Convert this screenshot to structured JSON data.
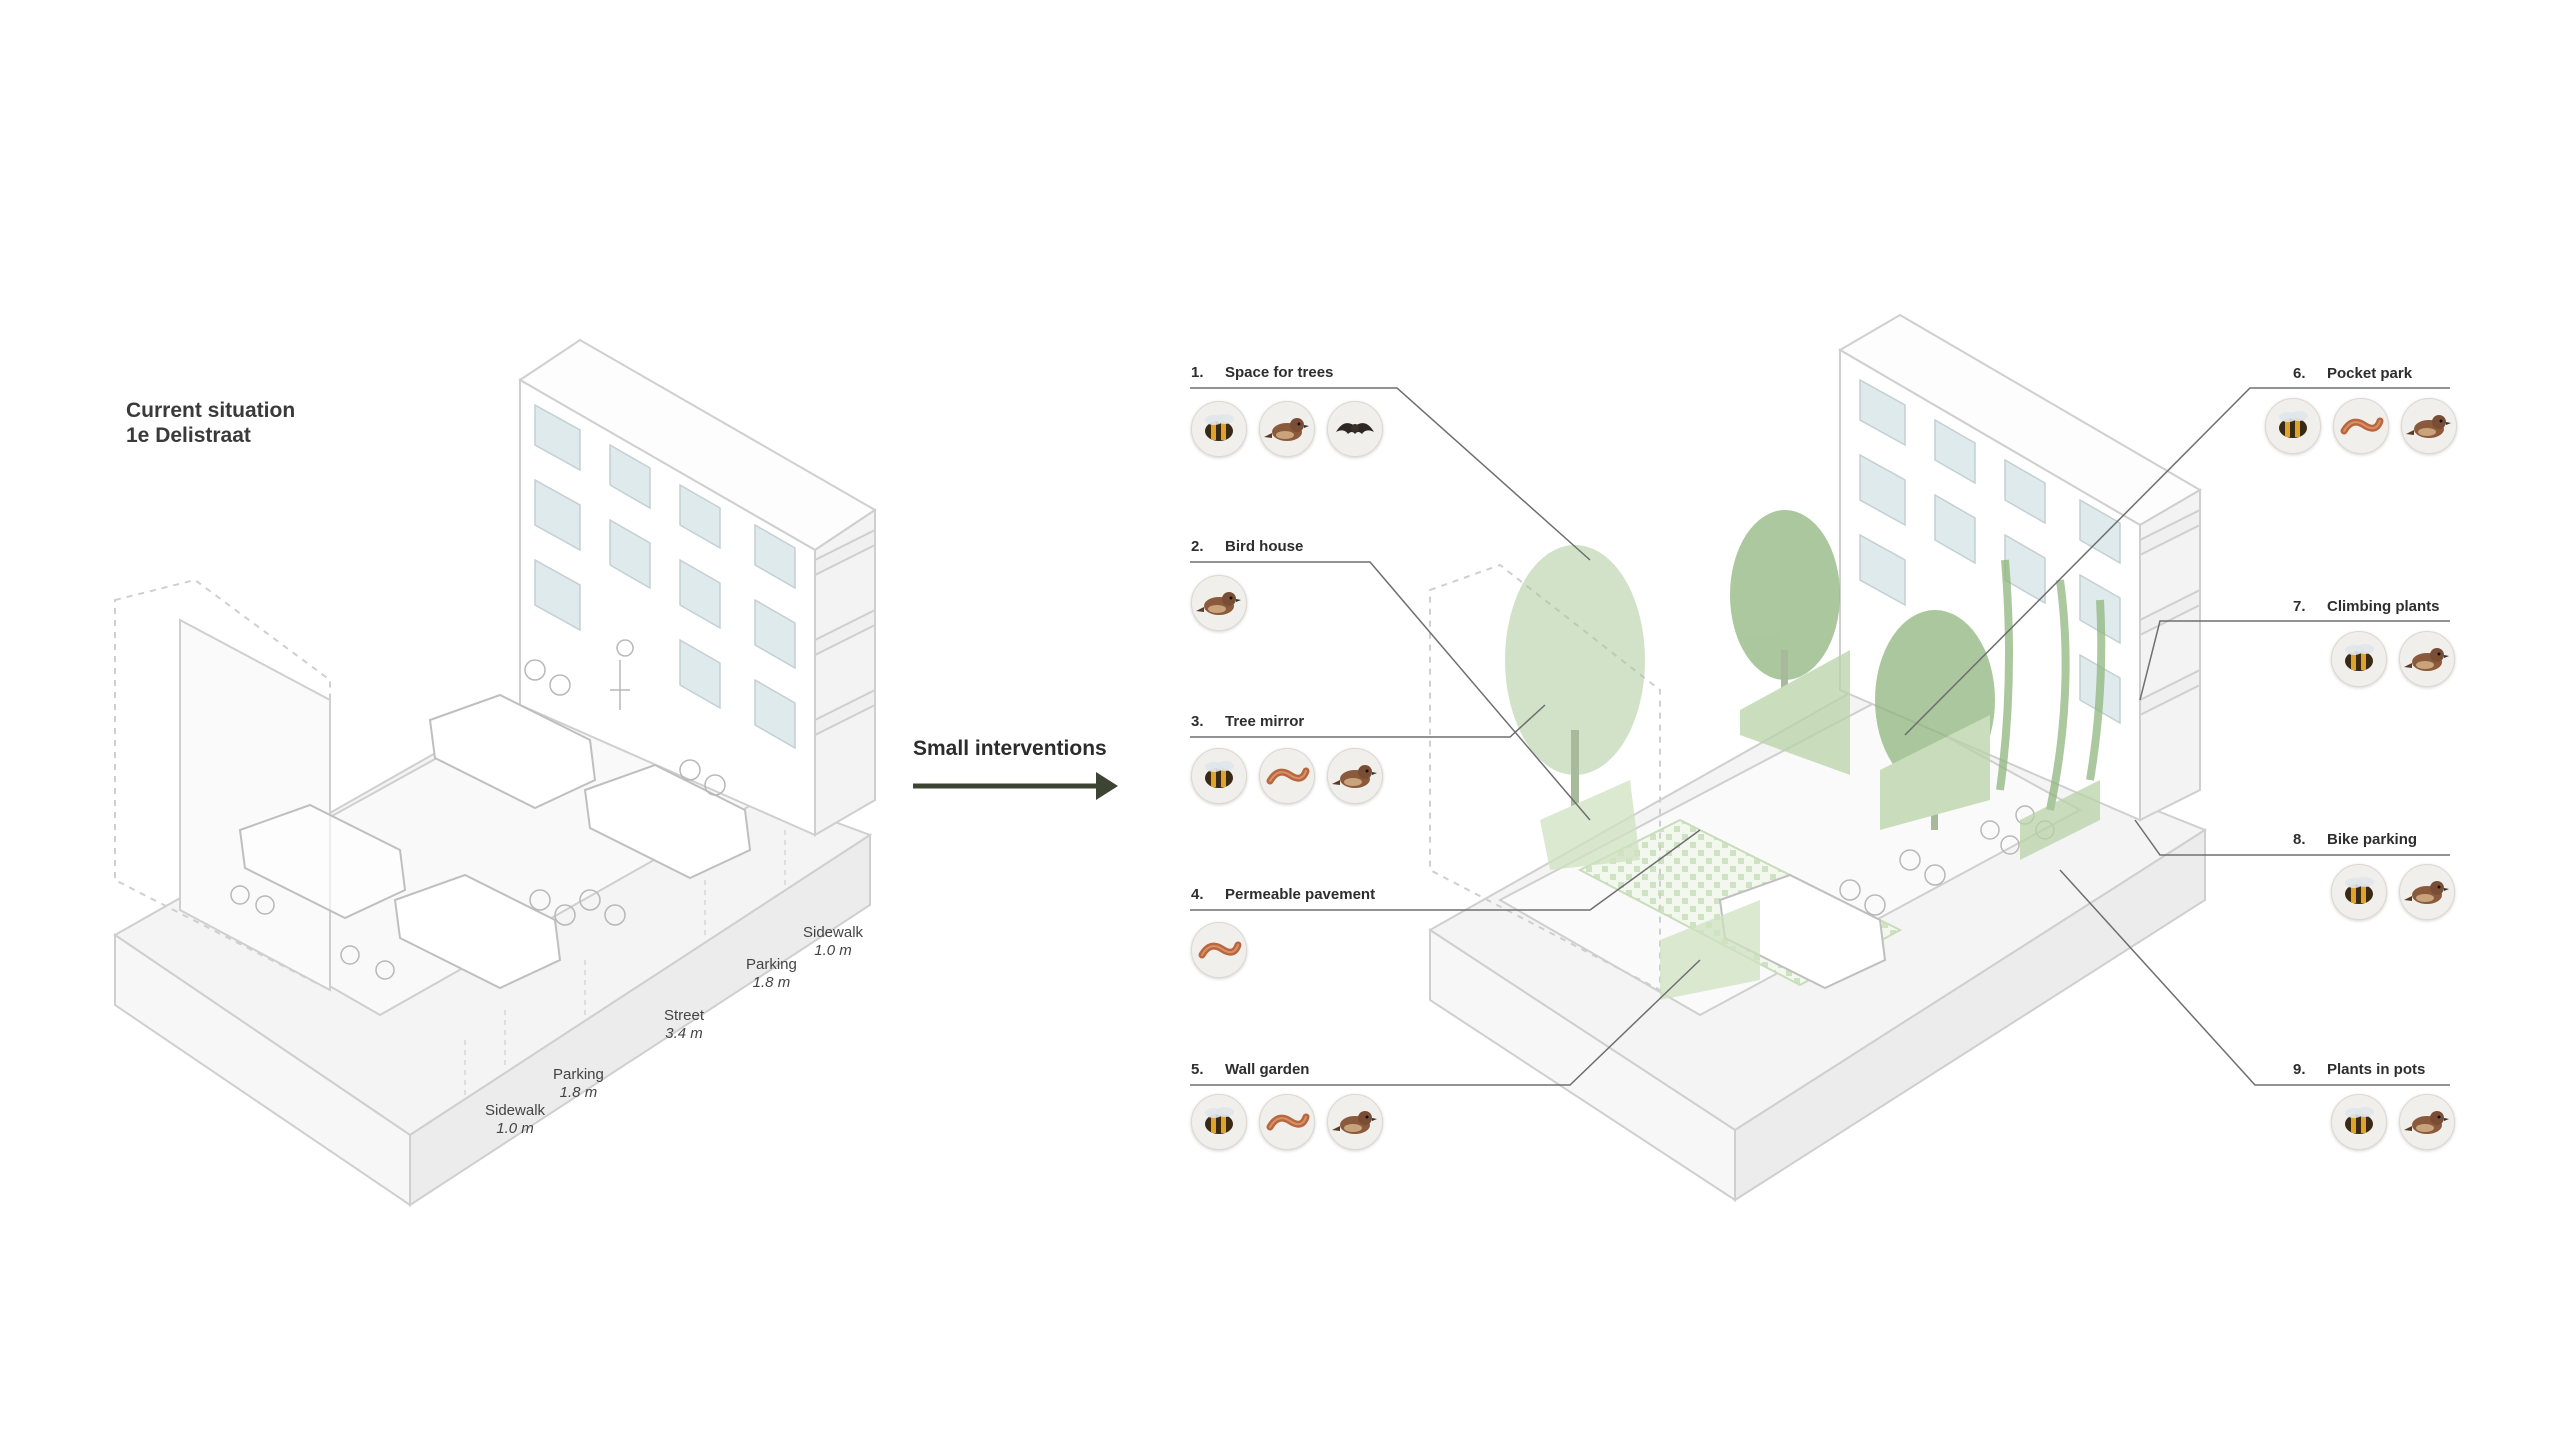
{
  "current": {
    "title_line1": "Current situation",
    "title_line2": "1e Delistraat",
    "dimensions": [
      {
        "label": "Sidewalk",
        "value": "1.0 m"
      },
      {
        "label": "Parking",
        "value": "1.8 m"
      },
      {
        "label": "Street",
        "value": "3.4 m"
      },
      {
        "label": "Parking",
        "value": "1.8 m"
      },
      {
        "label": "Sidewalk",
        "value": "1.0 m"
      }
    ]
  },
  "transition": {
    "label": "Small interventions"
  },
  "interventions": [
    {
      "number": "1.",
      "label": "Space for trees",
      "species": [
        "bee-icon",
        "sparrow-icon",
        "bat-icon"
      ]
    },
    {
      "number": "2.",
      "label": "Bird house",
      "species": [
        "sparrow-icon"
      ]
    },
    {
      "number": "3.",
      "label": "Tree mirror",
      "species": [
        "bee-icon",
        "worm-icon",
        "sparrow-icon"
      ]
    },
    {
      "number": "4.",
      "label": "Permeable pavement",
      "species": [
        "worm-icon"
      ]
    },
    {
      "number": "5.",
      "label": "Wall garden",
      "species": [
        "bee-icon",
        "worm-icon",
        "sparrow-icon"
      ]
    },
    {
      "number": "6.",
      "label": "Pocket park",
      "species": [
        "bee-icon",
        "worm-icon",
        "sparrow-icon"
      ]
    },
    {
      "number": "7.",
      "label": "Climbing plants",
      "species": [
        "bee-icon",
        "sparrow-icon"
      ]
    },
    {
      "number": "8.",
      "label": "Bike parking",
      "species": [
        "bee-icon",
        "sparrow-icon"
      ]
    },
    {
      "number": "9.",
      "label": "Plants in pots",
      "species": [
        "bee-icon",
        "sparrow-icon"
      ]
    }
  ],
  "colors": {
    "line": "#c8c8c8",
    "leader": "#6e6e6e",
    "greenery": "#8fb57d",
    "greenery_light": "#b9d3a8",
    "arrow": "#3d4433",
    "badge_bg": "#f1efec"
  }
}
